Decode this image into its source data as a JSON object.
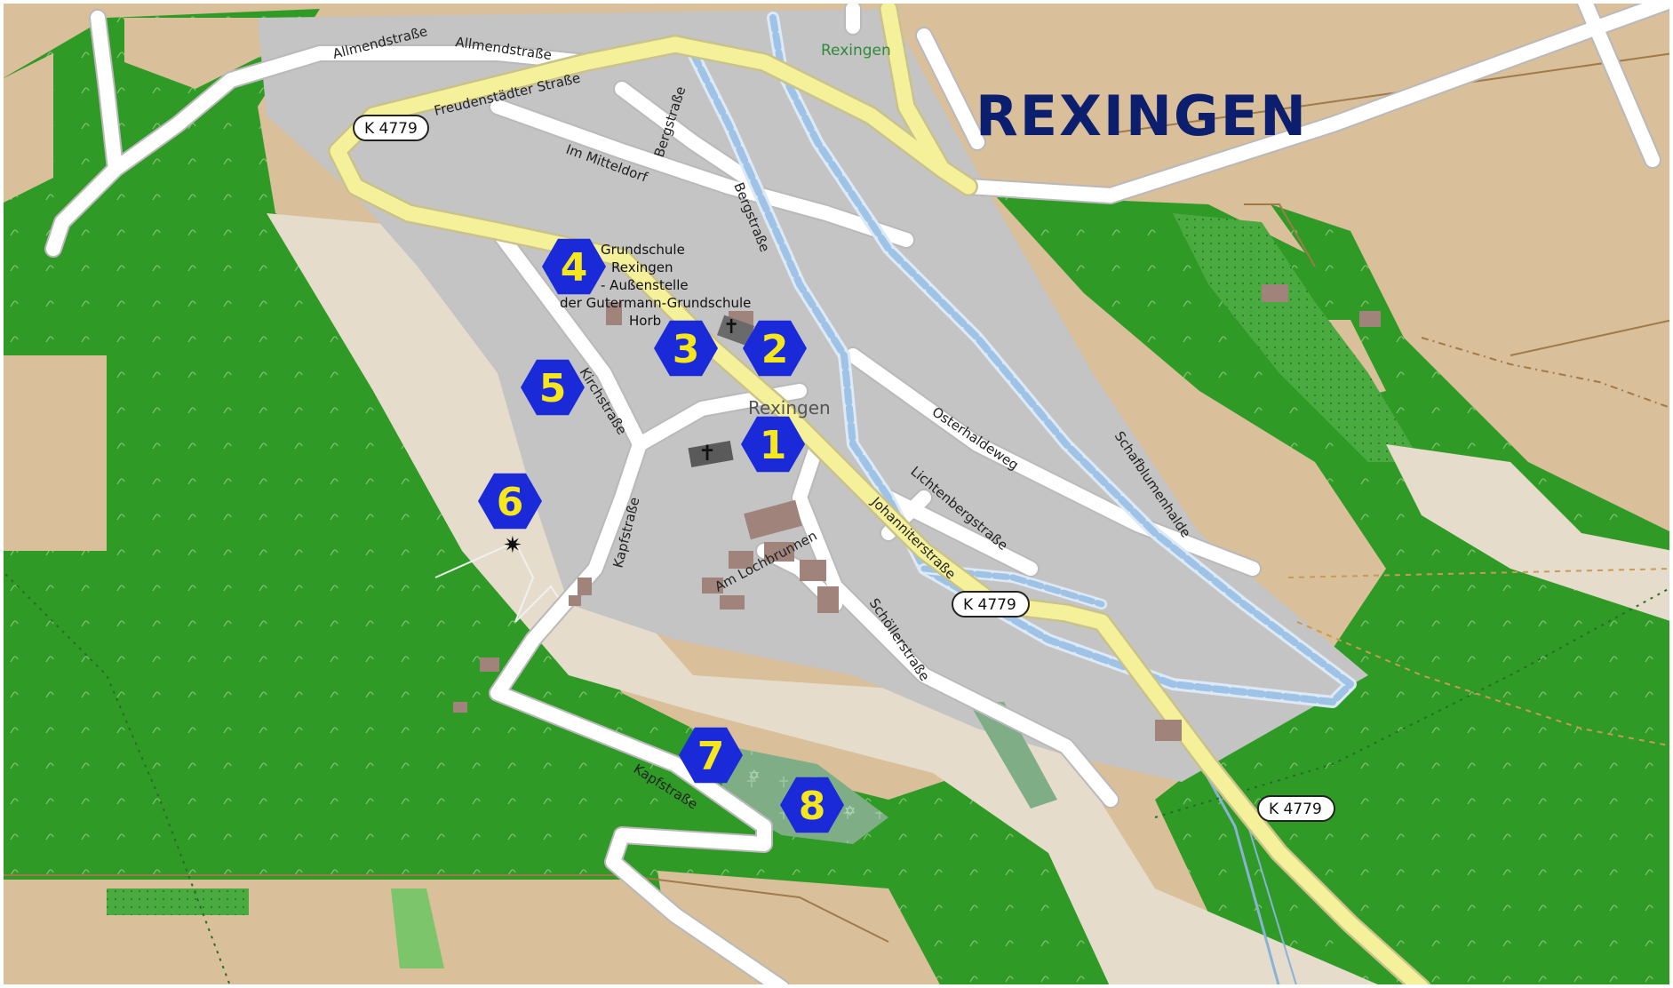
{
  "title": "REXINGEN",
  "village_labels": [
    "Rexingen",
    "Rexingen"
  ],
  "road_shields": [
    "K 4779",
    "K 4779",
    "K 4779"
  ],
  "streets": {
    "allmend1": "Allmendstraße",
    "allmend2": "Allmendstraße",
    "freudenstaedter": "Freudenstädter Straße",
    "mitteldorf": "Im Mitteldorf",
    "berg1": "Bergstraße",
    "berg2": "Bergstraße",
    "kirch": "Kirchstraße",
    "kapf1": "Kapfstraße",
    "kapf2": "Kapfstraße",
    "lochbrunnen": "Am Lochbrunnen",
    "johanniter": "Johanniterstraße",
    "lichtenberg": "Lichtenbergstraße",
    "osterhalde": "Osterhaldeweg",
    "schaefbluemen": "Schafblumenhalde",
    "schoeller": "Schöllerstraße"
  },
  "school_label": [
    "Grundschule",
    "Rexingen",
    "- Außenstelle",
    "der Gutermann-Grundschule",
    "Horb"
  ],
  "markers": [
    "1",
    "2",
    "3",
    "4",
    "5",
    "6",
    "7",
    "8"
  ],
  "colors": {
    "forest": "#2f9a26",
    "farmland": "#d9bf9a",
    "residential": "#c4c4c4",
    "meadow": "#e6dccb",
    "road_yellow": "#f5f09a",
    "road_white": "#ffffff",
    "path_blue": "#c6dcef",
    "marker_fill": "#1a2ad9",
    "marker_text": "#f5e71c",
    "title": "#0c1e6e"
  }
}
